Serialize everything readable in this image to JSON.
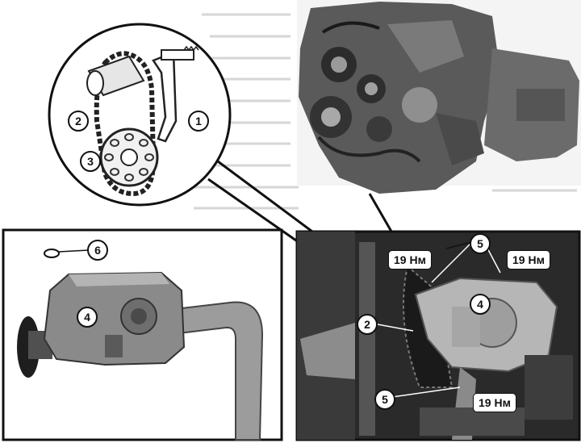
{
  "callouts": {
    "inset_chain": "2",
    "inset_sprocket": "3",
    "inset_tensioner": "1",
    "pump_oring": "6",
    "pump_body": "4",
    "engine_bolt_top": "5",
    "engine_pump": "4",
    "engine_chain": "2",
    "engine_bolt_bottom": "5"
  },
  "torque": {
    "top_left": "19 Нм",
    "top_right": "19 Нм",
    "bottom": "19 Нм"
  }
}
